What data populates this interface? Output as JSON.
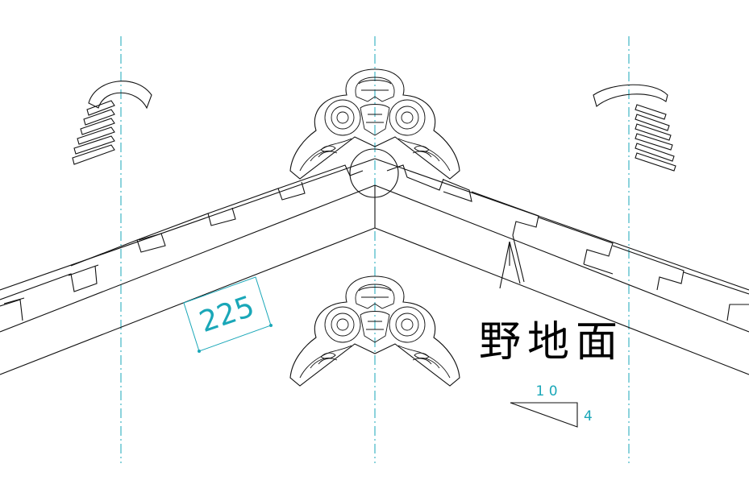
{
  "drawing": {
    "dimension_label": "225",
    "surface_label": "野地面",
    "slope": {
      "run": "1 0",
      "rise": "4"
    }
  },
  "colors": {
    "linework": "#111111",
    "dimension": "#1aa7b8",
    "background": "#ffffff"
  }
}
